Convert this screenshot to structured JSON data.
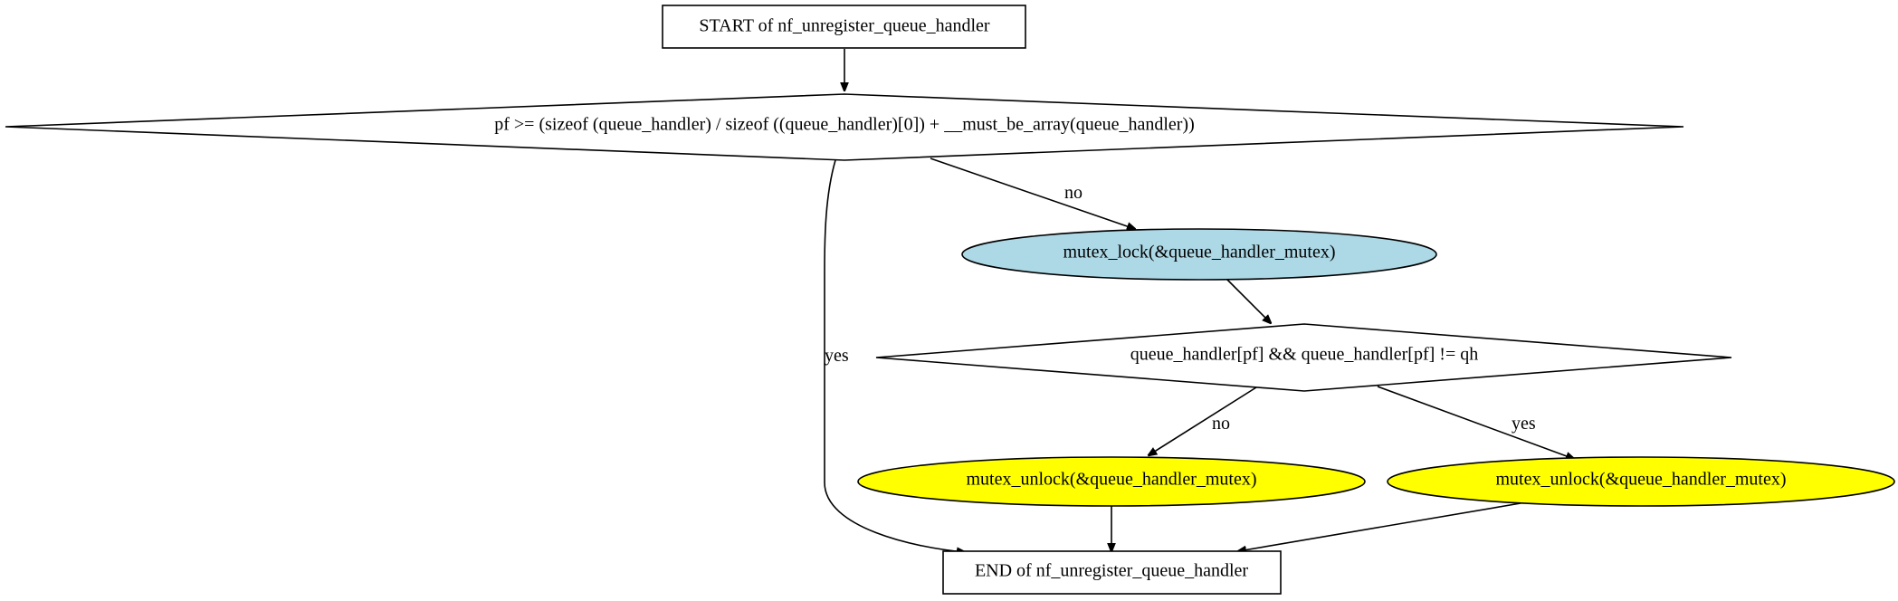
{
  "nodes": {
    "start": {
      "label": "START of nf_unregister_queue_handler",
      "shape": "box",
      "fill": "#ffffff"
    },
    "cond1": {
      "label": "pf >= (sizeof (queue_handler) / sizeof ((queue_handler)[0]) + __must_be_array(queue_handler))",
      "shape": "diamond",
      "fill": "#ffffff"
    },
    "lock": {
      "label": "mutex_lock(&queue_handler_mutex)",
      "shape": "ellipse",
      "fill": "#add8e6"
    },
    "cond2": {
      "label": "queue_handler[pf] && queue_handler[pf] != qh",
      "shape": "diamond",
      "fill": "#ffffff"
    },
    "unlock_no": {
      "label": "mutex_unlock(&queue_handler_mutex)",
      "shape": "ellipse",
      "fill": "#ffff00"
    },
    "unlock_yes": {
      "label": "mutex_unlock(&queue_handler_mutex)",
      "shape": "ellipse",
      "fill": "#ffff00"
    },
    "end": {
      "label": "END of nf_unregister_queue_handler",
      "shape": "box",
      "fill": "#ffffff"
    }
  },
  "edges": [
    {
      "from": "start",
      "to": "cond1",
      "label": ""
    },
    {
      "from": "cond1",
      "to": "lock",
      "label": "no"
    },
    {
      "from": "cond1",
      "to": "end",
      "label": "yes"
    },
    {
      "from": "lock",
      "to": "cond2",
      "label": ""
    },
    {
      "from": "cond2",
      "to": "unlock_no",
      "label": "no"
    },
    {
      "from": "cond2",
      "to": "unlock_yes",
      "label": "yes"
    },
    {
      "from": "unlock_no",
      "to": "end",
      "label": ""
    },
    {
      "from": "unlock_yes",
      "to": "end",
      "label": ""
    }
  ]
}
